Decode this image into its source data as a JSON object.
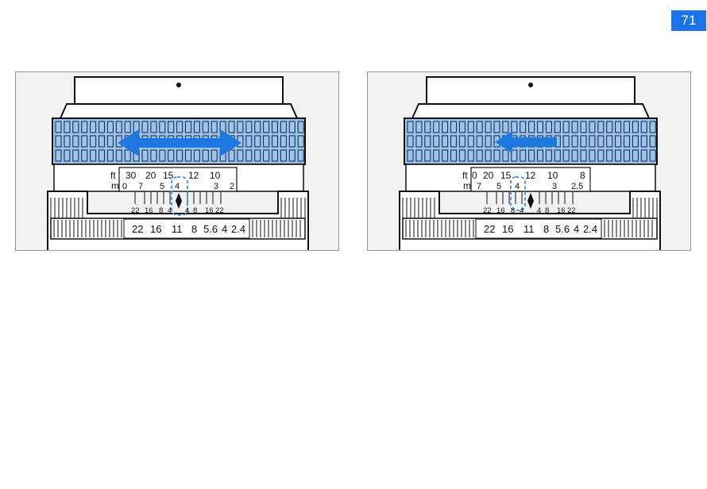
{
  "page_number": "71",
  "colors": {
    "accent": "#1a73e8",
    "arrow": "#1f78e0",
    "grip": "#9ec3ec",
    "dashed": "#3a8ee6"
  },
  "illustrations": [
    {
      "id": "left",
      "arrow": "double-headed-arrow",
      "ft_label": "ft",
      "m_label": "m",
      "feet_scale": [
        "30",
        "20",
        "15",
        "12",
        "10"
      ],
      "meter_scale": [
        "0",
        "7",
        "5",
        "4",
        "3",
        "2"
      ],
      "dof_scale_left": [
        "22",
        "16",
        "8",
        "4"
      ],
      "dof_scale_right": [
        "4",
        "8",
        "16",
        "22"
      ],
      "aperture_scale": [
        "22",
        "16",
        "11",
        "8",
        "5.6",
        "4",
        "2.4"
      ]
    },
    {
      "id": "right",
      "arrow": "left-arrow",
      "ft_label": "ft",
      "m_label": "m",
      "feet_scale": [
        "0",
        "20",
        "15",
        "12",
        "10",
        "8"
      ],
      "meter_scale": [
        "7",
        "5",
        "4",
        "3",
        "2.5"
      ],
      "dof_scale_left": [
        "22",
        "16",
        "8",
        "4"
      ],
      "dof_scale_right": [
        "4",
        "8",
        "16",
        "22"
      ],
      "aperture_scale": [
        "22",
        "16",
        "11",
        "8",
        "5.6",
        "4",
        "2.4"
      ]
    }
  ]
}
